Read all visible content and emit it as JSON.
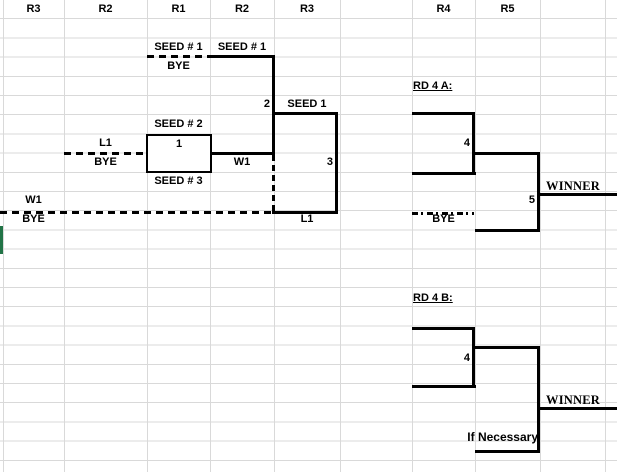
{
  "colors": {
    "gridline": "#d9d9d9",
    "bracket_line": "#000000",
    "selection_green": "#217346",
    "text": "#000000"
  },
  "headers": {
    "col_a": "R3",
    "col_b": "R2",
    "col_c": "R1",
    "col_d": "R2",
    "col_e": "R3",
    "col_g": "R4",
    "col_h": "R5"
  },
  "round1": {
    "seed1_left": "SEED # 1",
    "seed1_right": "SEED # 1",
    "bye_seed1": "BYE",
    "seed2": "SEED # 2",
    "seed3": "SEED # 3",
    "l1_label": "L1",
    "l1_bye": "BYE",
    "match1_num": "1",
    "w1_out": "W1"
  },
  "round2_3": {
    "match2_num": "2",
    "seed1_adv": "SEED 1",
    "match3_num": "3",
    "w1_feed": "W1",
    "w1_bye": "BYE",
    "l1_out": "L1"
  },
  "rd4a": {
    "title": "RD 4 A:",
    "match4_num": "4",
    "match5_num": "5",
    "bye": "BYE",
    "winner": "WINNER"
  },
  "rd4b": {
    "title": "RD 4 B:",
    "match4_num": "4",
    "winner": "WINNER",
    "if_necessary": "If Necessary"
  }
}
